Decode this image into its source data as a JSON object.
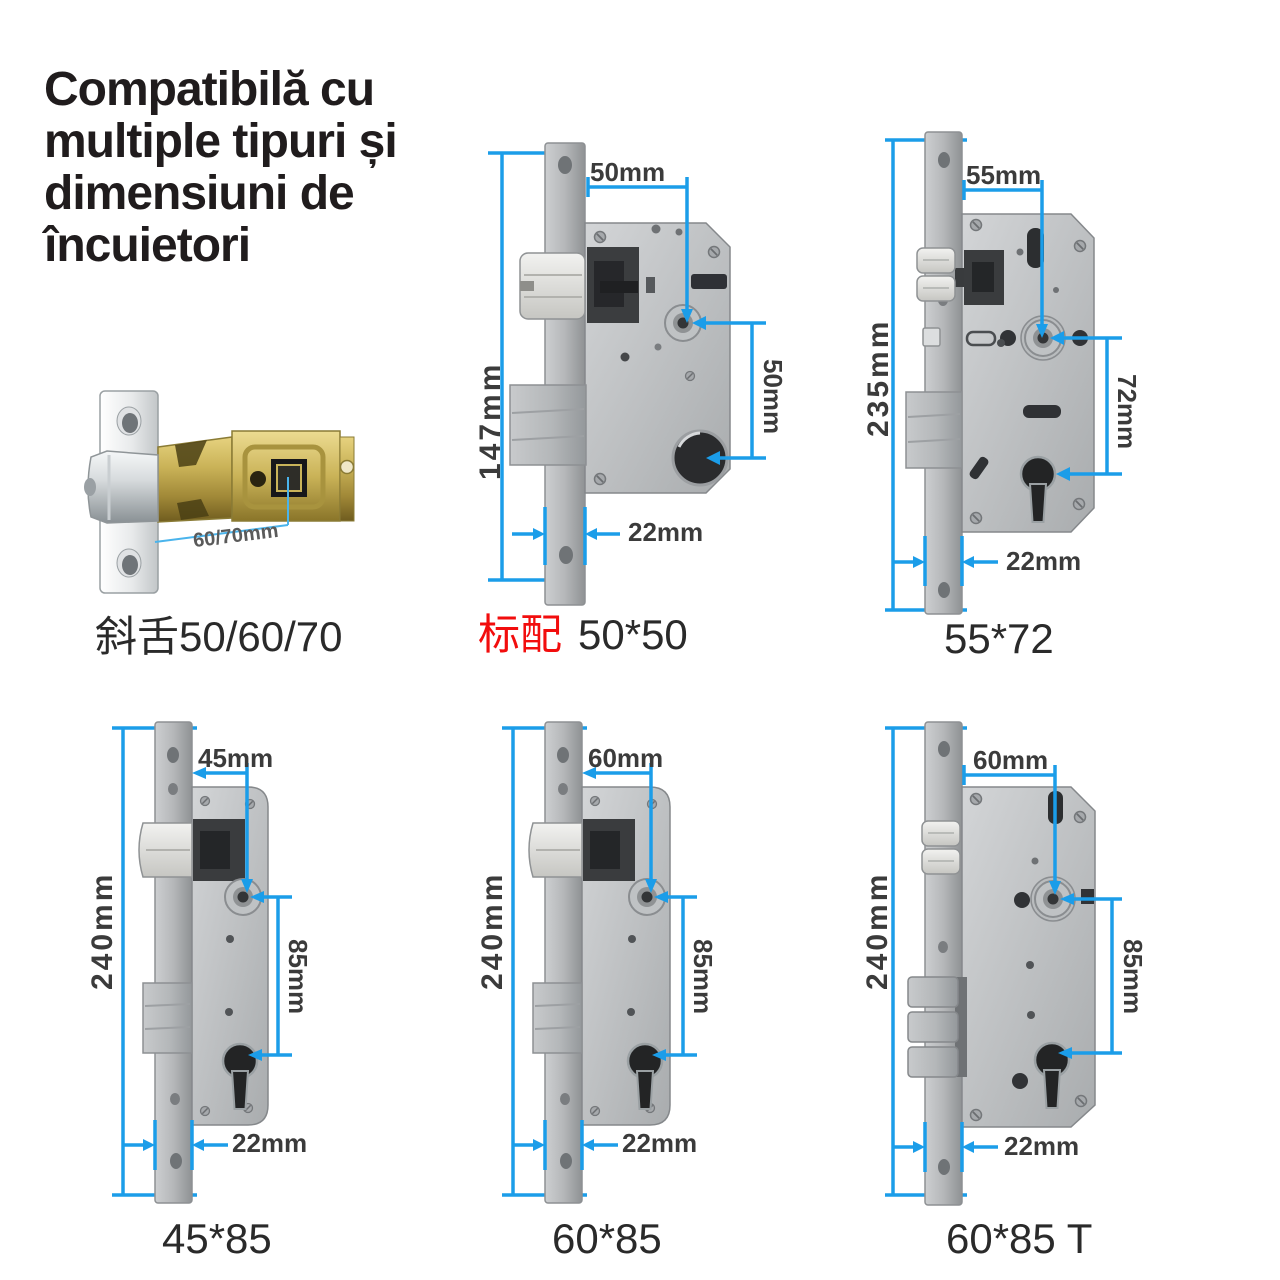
{
  "heading": "Compatibilă cu\nmultiple tipuri și\ndimensiuni de\nîncuietori",
  "colors": {
    "dimension_blue": "#1b9de9",
    "highlight_red": "#f20d0d",
    "heading_dark": "#201c1d",
    "dimension_text": "#3b3b3b"
  },
  "latch_figure": {
    "dimension_label": "60/70mm",
    "caption": "斜舌50/60/70"
  },
  "locks": [
    {
      "name": "standard 50*50",
      "height": "147mm",
      "backset": "50mm",
      "center_distance": "50mm",
      "faceplate_width": "22mm",
      "caption_prefix": "标配",
      "caption": "50*50"
    },
    {
      "name": "55*72",
      "height": "235mm",
      "backset": "55mm",
      "center_distance": "72mm",
      "faceplate_width": "22mm",
      "caption": "55*72"
    },
    {
      "name": "45*85",
      "height": "240mm",
      "backset": "45mm",
      "center_distance": "85mm",
      "faceplate_width": "22mm",
      "caption": "45*85"
    },
    {
      "name": "60*85",
      "height": "240mm",
      "backset": "60mm",
      "center_distance": "85mm",
      "faceplate_width": "22mm",
      "caption": "60*85"
    },
    {
      "name": "60*85 T",
      "height": "240mm",
      "backset": "60mm",
      "center_distance": "85mm",
      "faceplate_width": "22mm",
      "caption": "60*85 T"
    }
  ]
}
